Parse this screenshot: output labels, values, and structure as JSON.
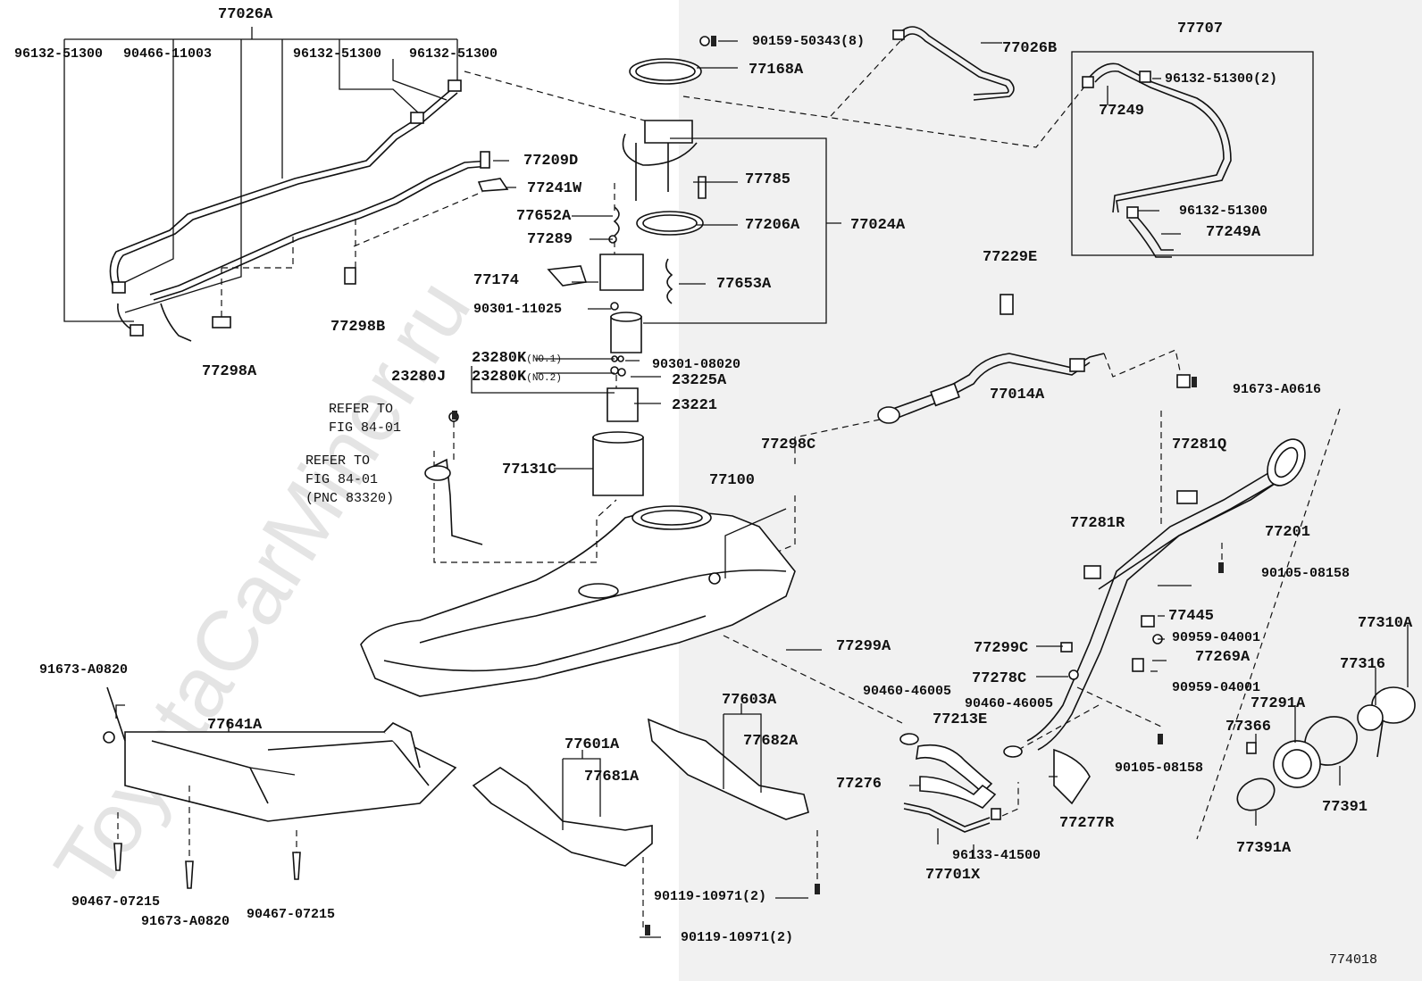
{
  "watermark": "ToyotaCarMiner.ru",
  "figure_number": "774018",
  "parts": {
    "p77026A": "77026A",
    "p96132_51300_a": "96132-51300",
    "p90466_11003": "90466-11003",
    "p96132_51300_b": "96132-51300",
    "p96132_51300_c": "96132-51300",
    "p90159_50343": "90159-50343(8)",
    "p77026B": "77026B",
    "p77168A": "77168A",
    "p77707": "77707",
    "p96132_51300_2": "96132-51300(2)",
    "p77249": "77249",
    "p96132_51300_d": "96132-51300",
    "p77249A": "77249A",
    "p77209D": "77209D",
    "p77241W": "77241W",
    "p77785": "77785",
    "p77652A": "77652A",
    "p77206A": "77206A",
    "p77024A": "77024A",
    "p77289": "77289",
    "p77174": "77174",
    "p77653A": "77653A",
    "p90301_11025": "90301-11025",
    "p77298B": "77298B",
    "p77298A": "77298A",
    "p77229E": "77229E",
    "p23280K1": "23280K",
    "p23280K1_note": "(NO.1)",
    "p90301_08020": "90301-08020",
    "p23280J": "23280J",
    "p23280K2": "23280K",
    "p23280K2_note": "(NO.2)",
    "p23225A": "23225A",
    "p23221": "23221",
    "p77014A": "77014A",
    "p91673_A0616": "91673-A0616",
    "p77131C": "77131C",
    "p77298C": "77298C",
    "p77100": "77100",
    "p77281Q": "77281Q",
    "p77201": "77201",
    "p77281R": "77281R",
    "p90105_08158_a": "90105-08158",
    "p77445": "77445",
    "p90959_04001_a": "90959-04001",
    "p77310A": "77310A",
    "p77299A": "77299A",
    "p77299C": "77299C",
    "p77269A": "77269A",
    "p77316": "77316",
    "p77278C": "77278C",
    "p90959_04001_b": "90959-04001",
    "p91673_A0820_a": "91673-A0820",
    "p90460_46005_a": "90460-46005",
    "p90460_46005_b": "90460-46005",
    "p77291A": "77291A",
    "p77603A": "77603A",
    "p77213E": "77213E",
    "p77366": "77366",
    "p77641A": "77641A",
    "p77682A": "77682A",
    "p77601A": "77601A",
    "p90105_08158_b": "90105-08158",
    "p77681A": "77681A",
    "p77276": "77276",
    "p77391": "77391",
    "p77277R": "77277R",
    "p77391A": "77391A",
    "p96133_41500": "96133-41500",
    "p77701X": "77701X",
    "p90119_10971_a": "90119-10971(2)",
    "p90119_10971_b": "90119-10971(2)",
    "p90467_07215_a": "90467-07215",
    "p91673_A0820_b": "91673-A0820",
    "p90467_07215_b": "90467-07215"
  },
  "references": {
    "ref1_line1": "REFER TO",
    "ref1_line2": "FIG 84-01",
    "ref2_line1": "REFER TO",
    "ref2_line2": "FIG 84-01",
    "ref2_line3": "(PNC 83320)"
  }
}
